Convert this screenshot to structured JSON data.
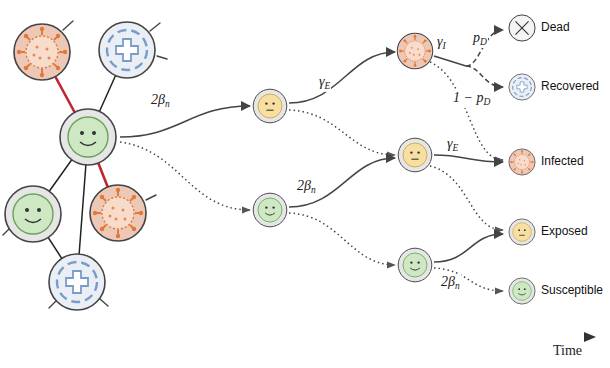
{
  "diagram": {
    "labels": [
      "2βn",
      "γE",
      "2βn",
      "γI",
      "pD",
      "1 − pD",
      "γE",
      "2βn",
      "Time"
    ],
    "legend": [
      {
        "text": "Dead"
      },
      {
        "text": "Recovered"
      },
      {
        "text": "Infected"
      },
      {
        "text": "Exposed"
      },
      {
        "text": "Susceptible"
      }
    ]
  }
}
